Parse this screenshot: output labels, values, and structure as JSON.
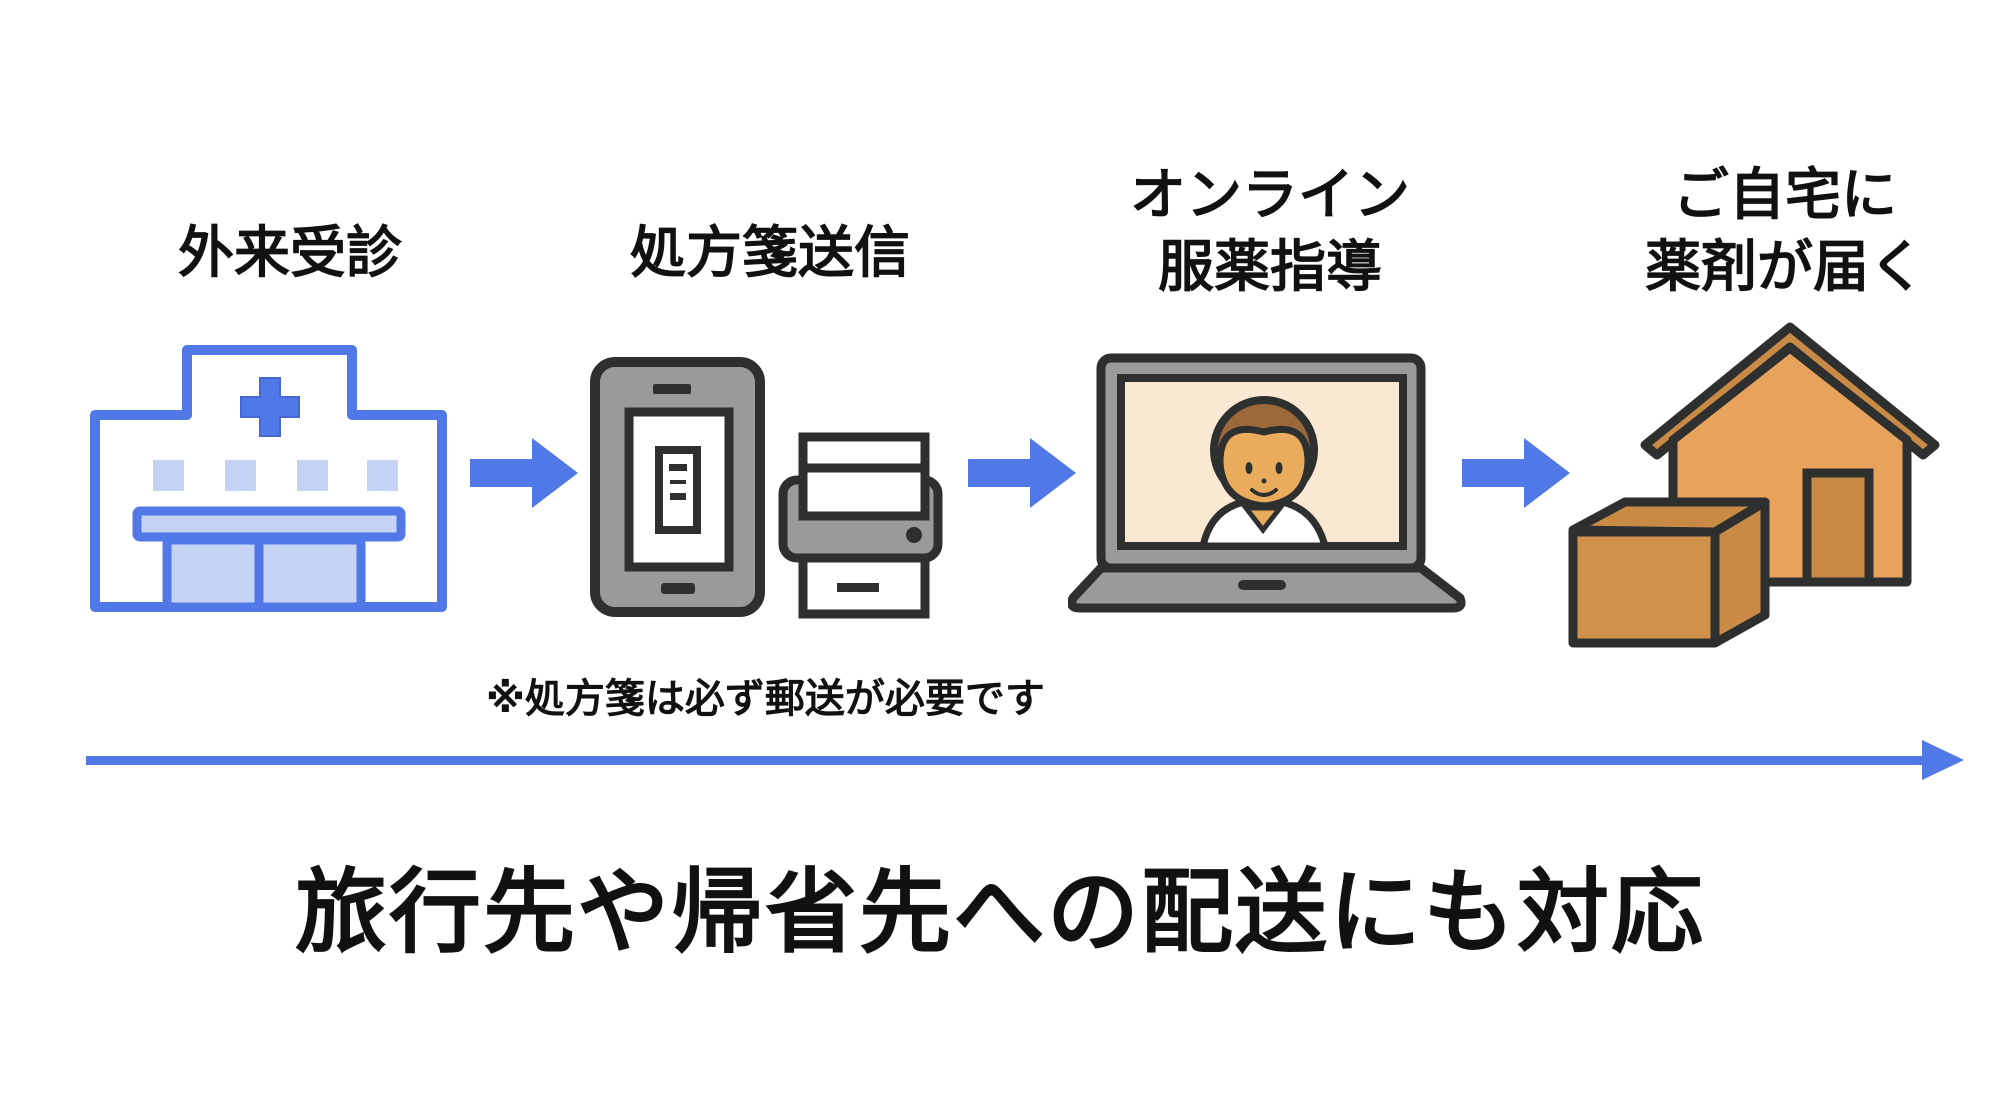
{
  "steps": [
    {
      "id": "outpatient",
      "lines": [
        "外来受診"
      ],
      "icon": "hospital-icon"
    },
    {
      "id": "prescription",
      "lines": [
        "処方箋送信"
      ],
      "icon": "smartphone-fax-icon"
    },
    {
      "id": "online",
      "lines": [
        "オンライン",
        "服薬指導"
      ],
      "icon": "laptop-doctor-icon"
    },
    {
      "id": "delivery",
      "lines": [
        "ご自宅に",
        "薬剤が届く"
      ],
      "icon": "house-package-icon"
    }
  ],
  "note": "※処方箋は必ず郵送が必要です",
  "footer": "旅行先や帰省先への配送にも対応",
  "colors": {
    "accent_blue": "#5078e6",
    "hospital_light": "#c5d3f5",
    "device_gray": "#9a9a9a",
    "outline_dark": "#2e3030",
    "skin": "#e9ac5c",
    "hair": "#9c6a3a",
    "screen_bg": "#fbe8d2",
    "house": "#e7a35c",
    "box": "#c98a45"
  }
}
